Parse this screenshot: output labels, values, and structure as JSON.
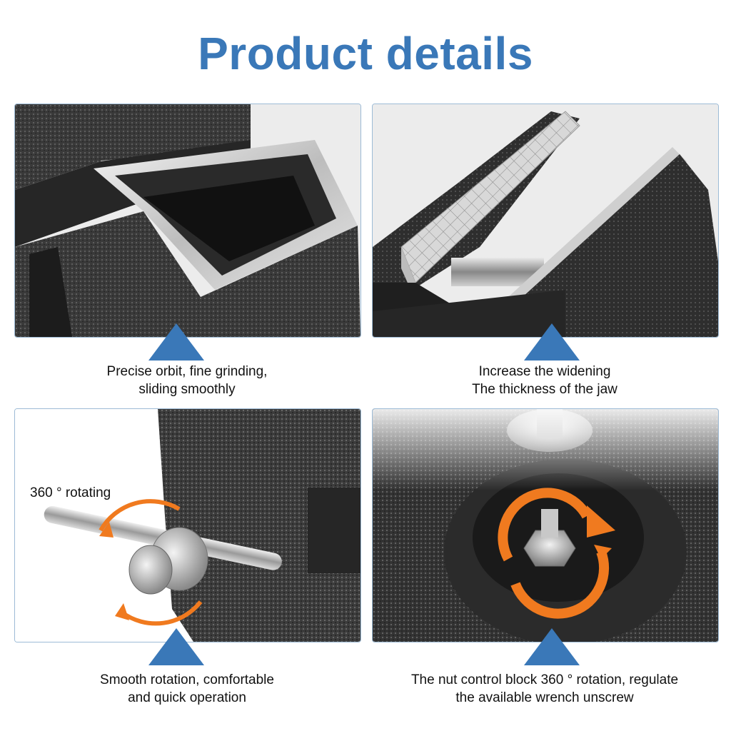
{
  "title": "Product details",
  "panels": [
    {
      "caption_line1": "Precise orbit, fine grinding,",
      "caption_line2": "sliding smoothly"
    },
    {
      "caption_line1": "Increase the widening",
      "caption_line2": "The thickness of the jaw"
    },
    {
      "caption_line1": "Smooth rotation, comfortable",
      "caption_line2": "and quick operation",
      "overlay_label": "360 ° rotating"
    },
    {
      "caption_line1": "The nut control block 360 ° rotation, regulate",
      "caption_line2": "the available wrench unscrew"
    }
  ],
  "colors": {
    "title": "#3a78b8",
    "triangle": "#3a78b8",
    "arrow": "#f07a1f",
    "metal_dark": "#2b2b2b"
  }
}
